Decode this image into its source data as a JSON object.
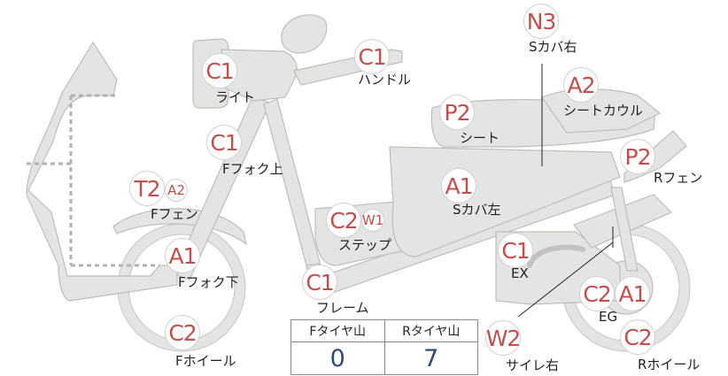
{
  "parts": [
    {
      "key": "light",
      "code": "C1",
      "label": "ライト"
    },
    {
      "key": "handle",
      "code": "C1",
      "label": "ハンドル"
    },
    {
      "key": "f_fork_upper",
      "code": "C1",
      "label": "Fフォク上"
    },
    {
      "key": "f_fender",
      "code": "T2",
      "sub_code": "A2",
      "label": "Fフェン"
    },
    {
      "key": "f_fork_lower",
      "code": "A1",
      "label": "Fフォク下"
    },
    {
      "key": "f_wheel",
      "code": "C2",
      "label": "Fホイール"
    },
    {
      "key": "frame",
      "code": "C1",
      "label": "フレーム"
    },
    {
      "key": "step",
      "code": "C2",
      "sub_code": "W1",
      "label": "ステップ"
    },
    {
      "key": "s_cover_left",
      "code": "A1",
      "label": "Sカバ左"
    },
    {
      "key": "seat",
      "code": "P2",
      "label": "シート"
    },
    {
      "key": "s_cover_right",
      "code": "N3",
      "label": "Sカバ右"
    },
    {
      "key": "seat_cowl",
      "code": "A2",
      "label": "シートカウル"
    },
    {
      "key": "r_fender",
      "code": "P2",
      "label": "Rフェン"
    },
    {
      "key": "exhaust",
      "code": "C1",
      "label": "EX"
    },
    {
      "key": "engine",
      "code": "C2",
      "sub_code": "A1",
      "label": "EG"
    },
    {
      "key": "r_wheel",
      "code": "C2",
      "label": "Rホイール"
    },
    {
      "key": "muffler_right",
      "code": "W2",
      "label": "サイレ右"
    }
  ],
  "tread_table": {
    "headers": [
      "Fタイヤ山",
      "Rタイヤ山"
    ],
    "values": [
      "0",
      "7"
    ]
  },
  "colors": {
    "code_text": "#c0504d",
    "value_text": "#2f4a7a",
    "part_fill": "#e4e4e2",
    "part_outline": "#bdbdba"
  }
}
